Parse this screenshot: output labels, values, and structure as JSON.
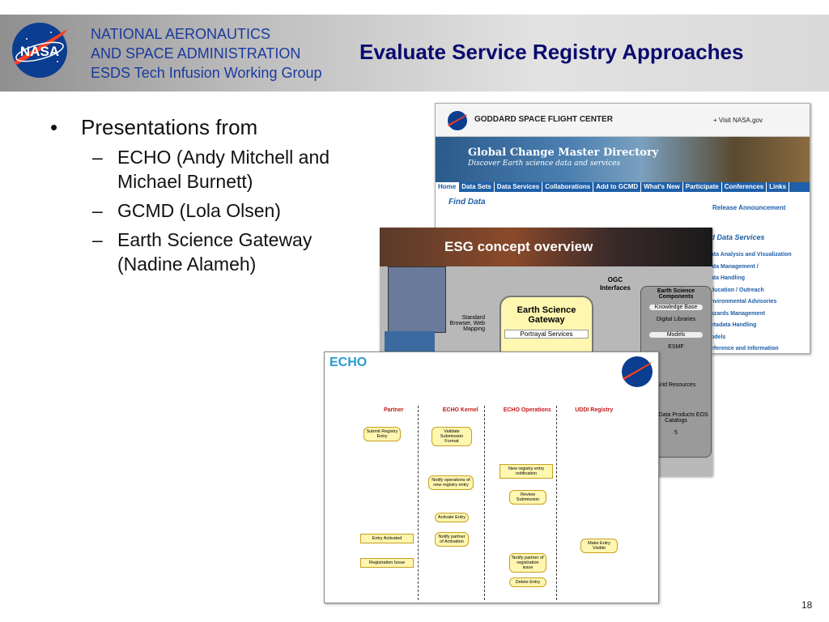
{
  "header": {
    "org_lines": [
      "NATIONAL AERONAUTICS",
      "AND SPACE ADMINISTRATION",
      "ESDS Tech Infusion Working Group"
    ],
    "title": "Evaluate Service Registry Approaches",
    "logo_text": "NASA"
  },
  "bullets": {
    "main": "Presentations from",
    "subs": [
      "ECHO (Andy Mitchell and Michael Burnett)",
      "GCMD (Lola Olsen)",
      "Earth Science Gateway (Nadine Alameh)"
    ]
  },
  "gcmd": {
    "gsfc": "GODDARD SPACE FLIGHT CENTER",
    "visit": "+ Visit NASA.gov",
    "title": "Global Change Master Directory",
    "subtitle": "Discover Earth science data and services",
    "nav": [
      "Home",
      "Data Sets",
      "Data Services",
      "Collaborations",
      "Add to GCMD",
      "What's New",
      "Participate",
      "Conferences",
      "Links"
    ],
    "find": "Find Data",
    "release": "Release Announcement",
    "data_services": "nd Data Services",
    "services": [
      "ata Analysis and Visualization",
      "ata Management /",
      "ata Handling",
      "ducation / Outreach",
      "nvironmental Advisories",
      "azards Management",
      "etadata Handling",
      "odels",
      "eference and Information"
    ]
  },
  "esg": {
    "title": "ESG concept overview",
    "ogc": "OGC",
    "ogc2": "Interfaces",
    "gateway": "Earth Science Gateway",
    "std": "Standard Browser, Web Mapping",
    "portrayal": "Portrayal Services",
    "components": "Earth Science Components",
    "items": [
      "Knowledge Base",
      "Digital Libraries",
      "Models",
      "ESMF",
      "Grid Resources",
      "ssion Data Products EOS Catalogs"
    ],
    "page": "5"
  },
  "echo": {
    "logo": "ECHO",
    "cols": [
      "Partner",
      "ECHO Kernel",
      "ECHO Operations",
      "UDDI Registry"
    ],
    "boxes": [
      "Submit Registry Entry",
      "Validate Submission Format",
      "Notify operations of new registry entry",
      "New registry entry notification",
      "Review Submission",
      "Activate Entry",
      "Notify partner of Activation",
      "Entry Activated",
      "Notify partner of registration issue",
      "Registration Issue",
      "Delete Entry",
      "Make Entry Visible"
    ]
  },
  "page_number": "18"
}
